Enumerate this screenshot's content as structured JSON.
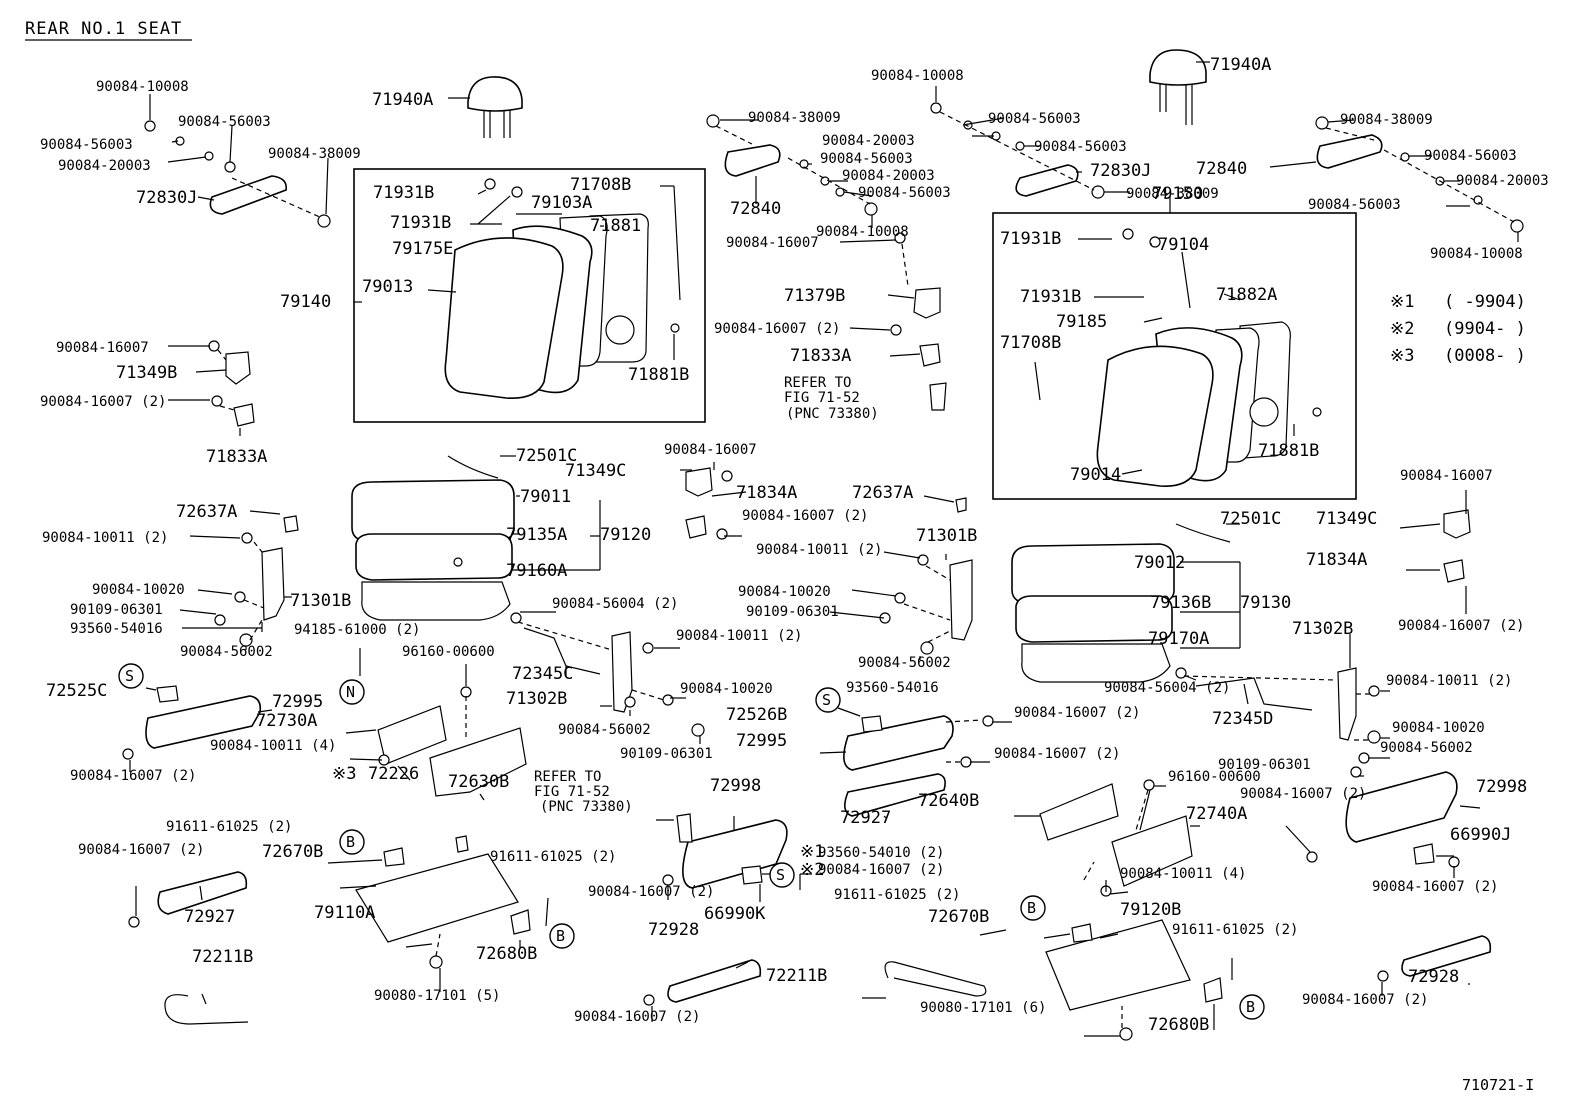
{
  "header": {
    "title": "REAR NO.1 SEAT",
    "figure_code": "710721-I"
  },
  "legend": [
    {
      "mark": "※1",
      "range": "(      -9904)"
    },
    {
      "mark": "※2",
      "range": "(9904-      )"
    },
    {
      "mark": "※3",
      "range": "(0008-      )"
    }
  ],
  "callouts": {
    "s": "S",
    "n": "N",
    "b": "B"
  },
  "labels": {
    "a01": "90084-10008",
    "a02": "90084-56003",
    "a03": "90084-56003",
    "a04": "90084-20003",
    "a05": "90084-38009",
    "a06": "72830J",
    "a07": "71940A",
    "a08": "90084-38009",
    "a09": "72840",
    "a10": "90084-56003",
    "a11": "90084-20003",
    "a12": "90084-56003",
    "a13": "90084-10008",
    "a14": "90084-10008",
    "a15": "90084-56003",
    "a16": "90084-20003",
    "a17": "90084-56003",
    "a18": "72830J",
    "a19": "90084-38009",
    "a20": "71940A",
    "a21": "90084-38009",
    "a22": "72840",
    "a23": "90084-56003",
    "a24": "90084-20003",
    "a25": "90084-56003",
    "a26": "90084-10008",
    "b01": "71931B",
    "b02": "71931B",
    "b03": "79103A",
    "b04": "71708B",
    "b05": "71881",
    "b06": "79175E",
    "b07": "79013",
    "b08": "79140",
    "b09": "71881B",
    "c01": "90084-16007",
    "c02": "71379B",
    "c03": "90084-16007 (2)",
    "c04": "71833A",
    "c05": "REFER TO",
    "c06": "FIG 71-52",
    "c07": "(PNC 73380)",
    "d01": "79150",
    "d02": "71931B",
    "d03": "79104",
    "d04": "71931B",
    "d05": "71882A",
    "d06": "79185",
    "d07": "71708B",
    "d08": "79014",
    "d09": "71881B",
    "e01": "90084-16007",
    "e02": "71349B",
    "e03": "90084-16007 (2)",
    "e04": "71833A",
    "f01": "72501C",
    "f02": "79011",
    "f03": "79135A",
    "f04": "79120",
    "f05": "79160A",
    "g01": "72637A",
    "g02": "90084-10011 (2)",
    "g03": "90084-10020",
    "g04": "90109-06301",
    "g05": "93560-54016",
    "g06": "90084-56002",
    "g07": "71301B",
    "h01": "90084-16007",
    "h02": "71349C",
    "h03": "71834A",
    "h04": "90084-16007 (2)",
    "h05": "72637A",
    "h06": "71301B",
    "h07": "90084-10011 (2)",
    "h08": "90084-10020",
    "h09": "90109-06301",
    "h10": "90084-56002",
    "i01": "72501C",
    "i02": "79012",
    "i03": "79136B",
    "i04": "79130",
    "i05": "79170A",
    "i06": "71349C",
    "i07": "90084-16007",
    "i08": "71834A",
    "i09": "90084-16007 (2)",
    "j01": "94185-61000 (2)",
    "j02": "90084-56004 (2)",
    "j03": "72345C",
    "j04": "90084-10011 (2)",
    "j05": "71302B",
    "j06": "90084-10020",
    "j07": "90084-56002",
    "j08": "90109-06301",
    "j09": "96160-00600",
    "j10": "72525C",
    "j11": "72995",
    "j12": "72730A",
    "j13": "90084-10011 (4)",
    "j14": "72226",
    "j15": "72630B",
    "j16": "90084-16007 (2)",
    "j17": "※3",
    "k01": "93560-54016",
    "k02": "72526B",
    "k03": "90084-16007 (2)",
    "k04": "72995",
    "k05": "90084-16007 (2)",
    "k06": "72927",
    "k07": "90084-56004 (2)",
    "k08": "72345D",
    "k09": "71302B",
    "k10": "90084-10011 (2)",
    "k11": "90084-10020",
    "k12": "90084-56002",
    "k13": "90109-06301",
    "k14": "96160-00600",
    "k15": "72640B",
    "k16": "72740A",
    "k17": "90084-10011 (4)",
    "k18": "72998",
    "k19": "90084-16007 (2)",
    "k20": "66990J",
    "k21": "90084-16007 (2)",
    "l01": "REFER TO",
    "l02": "FIG 71-52",
    "l03": "(PNC 73380)",
    "l04": "72998",
    "l05": "90084-16007 (2)",
    "l06": "66990K",
    "l07": "93560-54010 (2)",
    "l08": "90084-16007 (2)",
    "l09": "※1",
    "l10": "※2",
    "m01": "91611-61025 (2)",
    "m02": "90084-16007 (2)",
    "m03": "72670B",
    "m04": "72927",
    "m05": "91611-61025 (2)",
    "m06": "79110A",
    "m07": "72680B",
    "m08": "72211B",
    "m09": "90080-17101 (5)",
    "n01": "72928",
    "n02": "90084-16007 (2)",
    "n03": "72211B",
    "n04": "91611-61025 (2)",
    "n05": "72670B",
    "n06": "79120B",
    "n07": "91611-61025 (2)",
    "n08": "72680B",
    "n09": "90080-17101 (6)",
    "n10": "72928",
    "n11": "90084-16007 (2)"
  }
}
